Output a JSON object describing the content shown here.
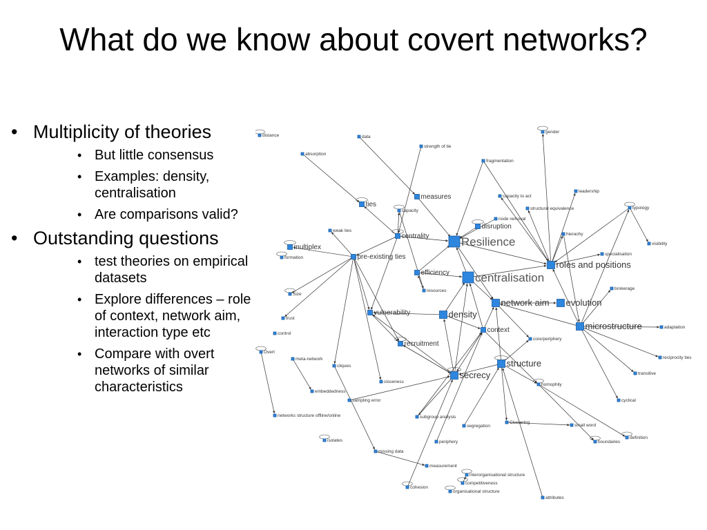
{
  "title": "What do we know about covert networks?",
  "bullets": [
    {
      "text": "Multiplicity of theories",
      "sub": [
        {
          "text": "But little consensus"
        },
        {
          "text": "Examples: density, centralisation"
        },
        {
          "text": "Are comparisons valid?"
        }
      ]
    },
    {
      "text": "Outstanding questions",
      "sub": [
        {
          "text": "test theories on empirical datasets"
        },
        {
          "text": "Explore differences – role of context, network aim, interaction type etc"
        },
        {
          "text": "Compare with overt networks of similar characteristics"
        }
      ]
    }
  ],
  "colors": {
    "node": "#2e86de",
    "edge": "#333333",
    "text": "#000000"
  },
  "network": {
    "nodes": [
      {
        "id": "resilience",
        "label": "Resilience",
        "size": "xl"
      },
      {
        "id": "centralisation",
        "label": "centralisation",
        "size": "xl"
      },
      {
        "id": "roles",
        "label": "roles and positions",
        "size": "l"
      },
      {
        "id": "networkaim",
        "label": "network aim",
        "size": "l"
      },
      {
        "id": "evolution",
        "label": "evolution",
        "size": "l"
      },
      {
        "id": "microstructure",
        "label": "microstructure",
        "size": "l"
      },
      {
        "id": "secrecy",
        "label": "secrecy",
        "size": "l"
      },
      {
        "id": "structure",
        "label": "structure",
        "size": "l"
      },
      {
        "id": "density",
        "label": "density",
        "size": "l"
      },
      {
        "id": "context",
        "label": "context",
        "size": "m"
      },
      {
        "id": "efficiency",
        "label": "efficiency",
        "size": "m"
      },
      {
        "id": "centrality",
        "label": "centrality",
        "size": "m"
      },
      {
        "id": "preexisting",
        "label": "pre-existing ties",
        "size": "m"
      },
      {
        "id": "vulnerability",
        "label": "vulnerability",
        "size": "m"
      },
      {
        "id": "recruitment",
        "label": "recruitment",
        "size": "m"
      },
      {
        "id": "disruption",
        "label": "disruption",
        "size": "m"
      },
      {
        "id": "measures",
        "label": "measures",
        "size": "m"
      },
      {
        "id": "multiplex",
        "label": "multiplex",
        "size": "m"
      },
      {
        "id": "ties",
        "label": "ties",
        "size": "m"
      },
      {
        "id": "fragmentation",
        "label": "fragmentation",
        "size": "s"
      },
      {
        "id": "capacitytoact",
        "label": "capacity to act",
        "size": "s"
      },
      {
        "id": "nodeoremoval",
        "label": "node removal",
        "size": "s"
      },
      {
        "id": "structequiv",
        "label": "structural equivalence",
        "size": "s"
      },
      {
        "id": "typology",
        "label": "typology",
        "size": "s"
      },
      {
        "id": "coreperiphery",
        "label": "core/periphery",
        "size": "s"
      },
      {
        "id": "homophily",
        "label": "homophily",
        "size": "s"
      },
      {
        "id": "clustering",
        "label": "Clustering",
        "size": "s"
      },
      {
        "id": "resources",
        "label": "resources",
        "size": "s"
      },
      {
        "id": "capacity",
        "label": "capacity",
        "size": "s"
      },
      {
        "id": "gender",
        "label": "gender",
        "size": "s"
      },
      {
        "id": "data",
        "label": "data",
        "size": "s"
      },
      {
        "id": "strengthoftie",
        "label": "strength of tie",
        "size": "s"
      },
      {
        "id": "distance",
        "label": "distance",
        "size": "s"
      },
      {
        "id": "absorption",
        "label": "absorption",
        "size": "s"
      },
      {
        "id": "leadership",
        "label": "leadership",
        "size": "s"
      },
      {
        "id": "hierachy",
        "label": "hierachy",
        "size": "s"
      },
      {
        "id": "specialisation",
        "label": "specialisation",
        "size": "s"
      },
      {
        "id": "visibility",
        "label": "visibility",
        "size": "s"
      },
      {
        "id": "brokerage",
        "label": "brokerage",
        "size": "s"
      },
      {
        "id": "adaptation",
        "label": "adaptation",
        "size": "s"
      },
      {
        "id": "reciprocity",
        "label": "reciprocity ties",
        "size": "s"
      },
      {
        "id": "transitive",
        "label": "transitive",
        "size": "s"
      },
      {
        "id": "cyclical",
        "label": "cyclical",
        "size": "s"
      },
      {
        "id": "definition",
        "label": "definition",
        "size": "s"
      },
      {
        "id": "boundaries",
        "label": "boundaries",
        "size": "s"
      },
      {
        "id": "smallword",
        "label": "small word",
        "size": "s"
      },
      {
        "id": "weakties",
        "label": "weak ties",
        "size": "s"
      },
      {
        "id": "formation",
        "label": "formation",
        "size": "s"
      },
      {
        "id": "size",
        "label": "Size",
        "size": "s"
      },
      {
        "id": "trust",
        "label": "trust",
        "size": "s"
      },
      {
        "id": "control",
        "label": "control",
        "size": "s"
      },
      {
        "id": "overt",
        "label": "Overt",
        "size": "s"
      },
      {
        "id": "metanetwork",
        "label": "meta-network",
        "size": "s"
      },
      {
        "id": "cliques",
        "label": "cliques",
        "size": "s"
      },
      {
        "id": "closeness",
        "label": "closeness",
        "size": "s"
      },
      {
        "id": "embeddedness",
        "label": "embeddedness",
        "size": "s"
      },
      {
        "id": "samplingerror",
        "label": "sampling error",
        "size": "s"
      },
      {
        "id": "netstructoffline",
        "label": "networks structure offline/online",
        "size": "s"
      },
      {
        "id": "subgroup",
        "label": "subgroup analysis",
        "size": "s"
      },
      {
        "id": "segregation",
        "label": "segregation",
        "size": "s"
      },
      {
        "id": "periphery",
        "label": "periphery",
        "size": "s"
      },
      {
        "id": "isolates",
        "label": "isolates",
        "size": "s"
      },
      {
        "id": "missingdata",
        "label": "missing data",
        "size": "s"
      },
      {
        "id": "measurement",
        "label": "measurement",
        "size": "s"
      },
      {
        "id": "interorg",
        "label": "interorganisational structure",
        "size": "s"
      },
      {
        "id": "competitiveness",
        "label": "competitiveness",
        "size": "s"
      },
      {
        "id": "cohesion",
        "label": "cohesion",
        "size": "s"
      },
      {
        "id": "orgstructure",
        "label": "organisational structure",
        "size": "s"
      },
      {
        "id": "attributes",
        "label": "attributes",
        "size": "s"
      }
    ],
    "edges": [
      [
        "measures",
        "resilience"
      ],
      [
        "centrality",
        "resilience"
      ],
      [
        "disruption",
        "resilience"
      ],
      [
        "efficiency",
        "resilience"
      ],
      [
        "centralisation",
        "resilience"
      ],
      [
        "resilience",
        "roles"
      ],
      [
        "resilience",
        "networkaim"
      ],
      [
        "centralisation",
        "roles"
      ],
      [
        "centralisation",
        "networkaim"
      ],
      [
        "efficiency",
        "centralisation"
      ],
      [
        "density",
        "centralisation"
      ],
      [
        "context",
        "centralisation"
      ],
      [
        "secrecy",
        "centralisation"
      ],
      [
        "structure",
        "networkaim"
      ],
      [
        "microstructure",
        "roles"
      ],
      [
        "microstructure",
        "typology"
      ],
      [
        "microstructure",
        "adaptation"
      ],
      [
        "microstructure",
        "reciprocity"
      ],
      [
        "microstructure",
        "transitive"
      ],
      [
        "microstructure",
        "cyclical"
      ],
      [
        "microstructure",
        "brokerage"
      ],
      [
        "microstructure",
        "networkaim"
      ],
      [
        "roles",
        "structequiv"
      ],
      [
        "roles",
        "hierachy"
      ],
      [
        "roles",
        "leadership"
      ],
      [
        "roles",
        "capacitytoact"
      ],
      [
        "roles",
        "specialisation"
      ],
      [
        "roles",
        "gender"
      ],
      [
        "typology",
        "visibility"
      ],
      [
        "typology",
        "roles"
      ],
      [
        "structure",
        "secrecy"
      ],
      [
        "structure",
        "homophily"
      ],
      [
        "structure",
        "clustering"
      ],
      [
        "structure",
        "coreperiphery"
      ],
      [
        "secrecy",
        "recruitment"
      ],
      [
        "secrecy",
        "vulnerability"
      ],
      [
        "secrecy",
        "subgroup"
      ],
      [
        "secrecy",
        "density"
      ],
      [
        "context",
        "secrecy"
      ],
      [
        "context",
        "networkaim"
      ],
      [
        "density",
        "vulnerability"
      ],
      [
        "density",
        "context"
      ],
      [
        "preexisting",
        "recruitment"
      ],
      [
        "preexisting",
        "vulnerability"
      ],
      [
        "preexisting",
        "multiplex"
      ],
      [
        "preexisting",
        "cliques"
      ],
      [
        "preexisting",
        "size"
      ],
      [
        "preexisting",
        "trust"
      ],
      [
        "preexisting",
        "closeness"
      ],
      [
        "preexisting",
        "weakties"
      ],
      [
        "centrality",
        "preexisting"
      ],
      [
        "centrality",
        "ties"
      ],
      [
        "centrality",
        "capacity"
      ],
      [
        "centrality",
        "vulnerability"
      ],
      [
        "fragmentation",
        "resilience"
      ],
      [
        "fragmentation",
        "roles"
      ],
      [
        "data",
        "measures"
      ],
      [
        "strengthoftie",
        "centrality"
      ],
      [
        "absorption",
        "ties"
      ],
      [
        "recruitment",
        "secrecy"
      ],
      [
        "vulnerability",
        "recruitment"
      ],
      [
        "clustering",
        "smallword"
      ],
      [
        "homophily",
        "boundaries"
      ],
      [
        "homophily",
        "definition"
      ],
      [
        "networkaim",
        "coreperiphery"
      ],
      [
        "networkaim",
        "evolution"
      ],
      [
        "resources",
        "efficiency"
      ],
      [
        "capacity",
        "resources"
      ],
      [
        "metanetwork",
        "embeddedness"
      ],
      [
        "overt",
        "netstructoffline"
      ],
      [
        "cliques",
        "missingdata"
      ],
      [
        "missingdata",
        "measurement"
      ],
      [
        "periphery",
        "context"
      ],
      [
        "segregation",
        "structure"
      ],
      [
        "subgroup",
        "context"
      ],
      [
        "attributes",
        "structure"
      ],
      [
        "competitiveness",
        "interorg"
      ],
      [
        "cohesion",
        "secrecy"
      ],
      [
        "samplingerror",
        "secrecy"
      ],
      [
        "nodeoremoval",
        "resilience"
      ],
      [
        "hierachy",
        "microstructure"
      ],
      [
        "context",
        "homophily"
      ]
    ]
  }
}
